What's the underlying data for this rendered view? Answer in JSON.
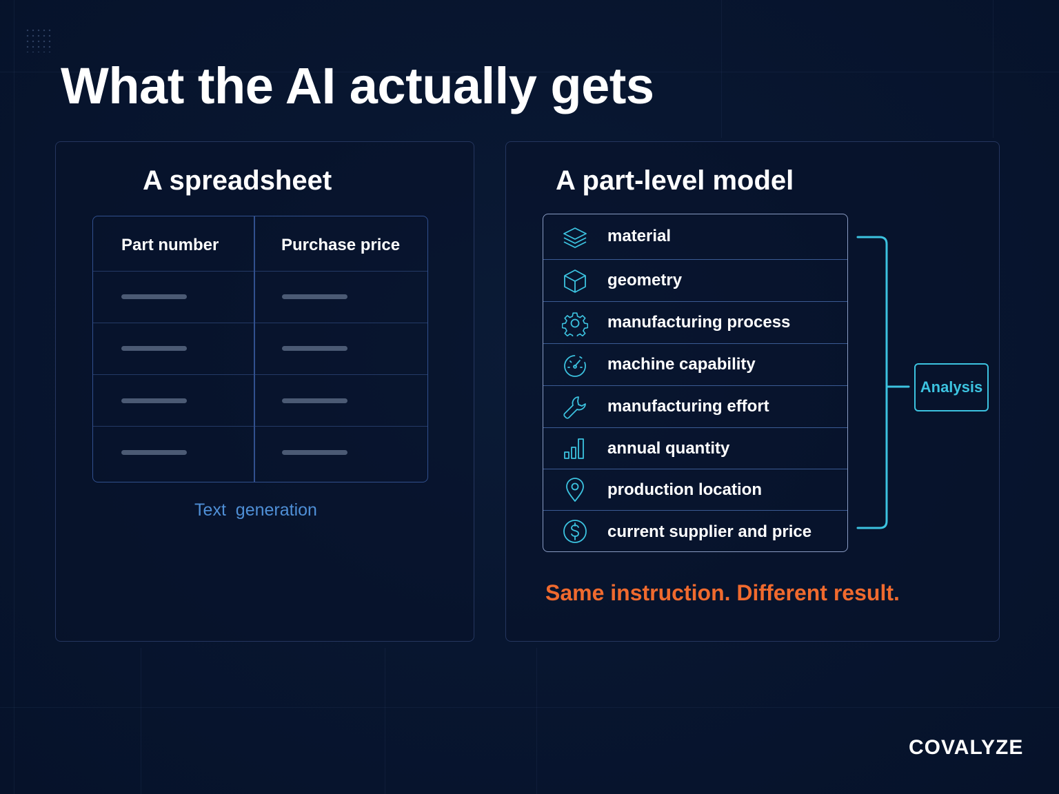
{
  "title": "What the AI actually gets",
  "spreadsheet_panel": {
    "heading": "A spreadsheet",
    "columns": [
      "Part number",
      "Purchase price"
    ],
    "placeholder_rows": 4,
    "caption": "Text  generation"
  },
  "model_panel": {
    "heading": "A part-level model",
    "attributes": [
      {
        "icon": "layers-icon",
        "label": "material"
      },
      {
        "icon": "cube-icon",
        "label": "geometry"
      },
      {
        "icon": "gear-icon",
        "label": "manufacturing process"
      },
      {
        "icon": "gauge-icon",
        "label": "machine capability"
      },
      {
        "icon": "wrench-icon",
        "label": "manufacturing effort"
      },
      {
        "icon": "bar-chart-icon",
        "label": "annual quantity"
      },
      {
        "icon": "location-pin-icon",
        "label": "production location"
      },
      {
        "icon": "dollar-circle-icon",
        "label": "current supplier and price"
      }
    ],
    "output_label": "Analysis",
    "result": "Same instruction. Different result."
  },
  "brand": "COVALYZE",
  "colors": {
    "background": "#07132b",
    "accent_cyan": "#3cc3e0",
    "accent_orange": "#f06a2e",
    "link_blue": "#4f8fd6"
  }
}
